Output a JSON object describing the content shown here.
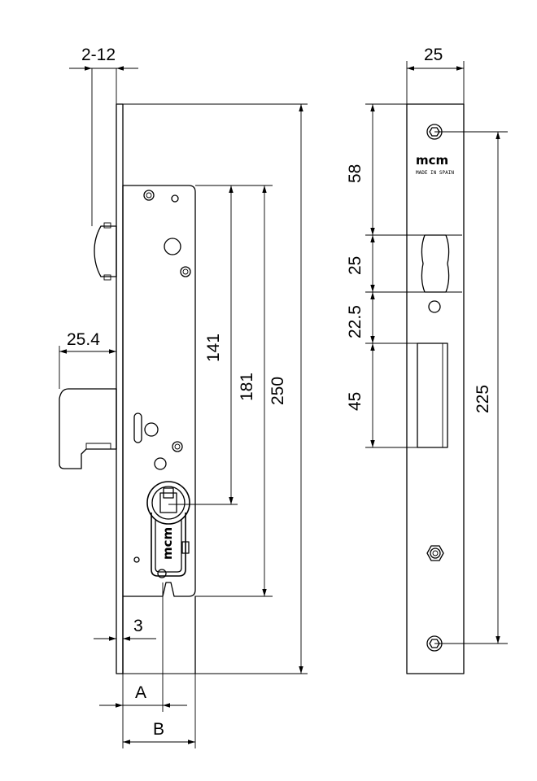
{
  "brand": {
    "logo_text": "mcm",
    "made_in": "MADE IN SPAIN"
  },
  "dimensions": {
    "backset_range": "2-12",
    "latch_projection": "25.4",
    "lock_body_height": "250",
    "top_to_cylinder": "141",
    "case_height": "181",
    "edge_inset": "3",
    "dim_a": "A",
    "dim_b": "B",
    "faceplate_width": "25",
    "top_to_latch": "58",
    "latch_height": "25",
    "latch_to_bolt": "22.5",
    "bolt_height": "45",
    "screw_spacing": "225"
  }
}
